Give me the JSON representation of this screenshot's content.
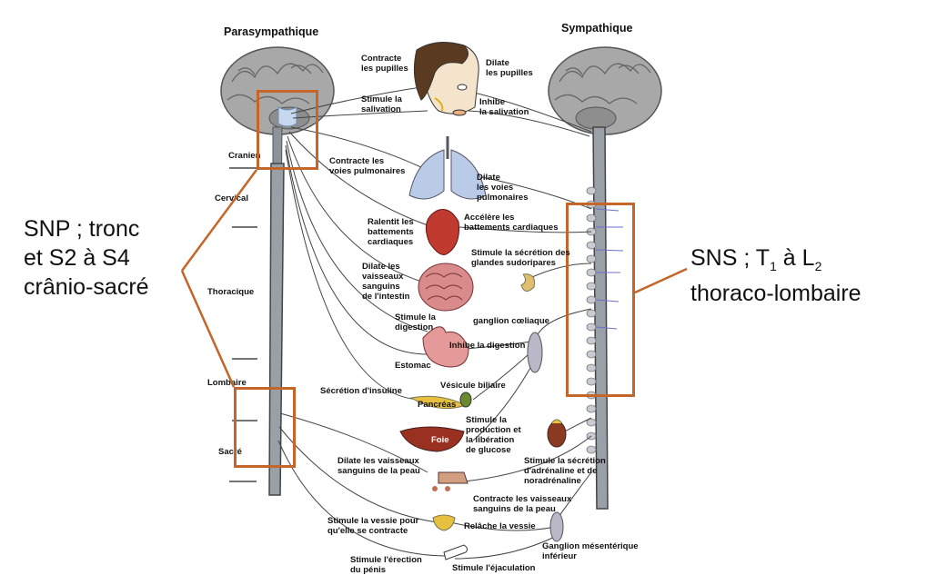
{
  "headers": {
    "para": "Parasympathique",
    "symp": "Sympathique"
  },
  "regions": {
    "cranien": "Cranien",
    "cervical": "Cervical",
    "thoracique": "Thoracique",
    "lombaire": "Lombaire",
    "sacre": "Sacré"
  },
  "annotations": {
    "snp": "SNP ; tronc\net S2 à S4\ncrânio-sacré",
    "sns_line1": "SNS ; T",
    "sns_sub1": "1",
    "sns_mid": " à L",
    "sns_sub2": "2",
    "sns_line2": "thoraco-lombaire"
  },
  "labels": {
    "contracte_pupilles": "Contracte\nles pupilles",
    "dilate_pupilles": "Dilate\nles pupilles",
    "stimule_salivation": "Stimule la\nsalivation",
    "inhibe_salivation": "Inhibe\nla salivation",
    "contracte_voies": "Contracte les\nvoies pulmonaires",
    "dilate_voies": "Dilate\nles voies\npulmonaires",
    "ralentit": "Ralentit les\nbattements\ncardiaques",
    "accelere": "Accélère les\nbattements cardiaques",
    "secretion_glandes": "Stimule la sécrétion des\nglandes sudoripares",
    "dilate_vaisseaux_intestin": "Dilate les\nvaisseaux\nsanguins\nde l'intestin",
    "stimule_digestion": "Stimule la\ndigestion",
    "ganglion_coeliaque": "ganglion cœliaque",
    "inhibe_digestion": "Inhibe la digestion",
    "estomac": "Estomac",
    "secretion_insuline": "Sécrétion d'insuline",
    "vesicule": "Vésicule biliaire",
    "pancreas": "Pancréas",
    "foie": "Foie",
    "glucose": "Stimule la\nproduction et\nla libération\nde glucose",
    "adrenaline": "Stimule la sécrétion\nd'adrénaline et de\nnoradrénaline",
    "dilate_peau": "Dilate les vaisseaux\nsanguins de la peau",
    "contracte_peau": "Contracte les vaisseaux\nsanguins de la peau",
    "vessie_contracte": "Stimule la vessie pour\nqu'elle se contracte",
    "relache_vessie": "Relâche la vessie",
    "ganglion_mesenterique": "Ganglion mésentérique\ninférieur",
    "erection": "Stimule l'érection\ndu pénis",
    "ejaculation": "Stimule l'éjaculation"
  },
  "colors": {
    "box": "#c4652a",
    "nerve": "#444444",
    "spine": "#9aa0a8",
    "brain": "#9a9a9a"
  }
}
